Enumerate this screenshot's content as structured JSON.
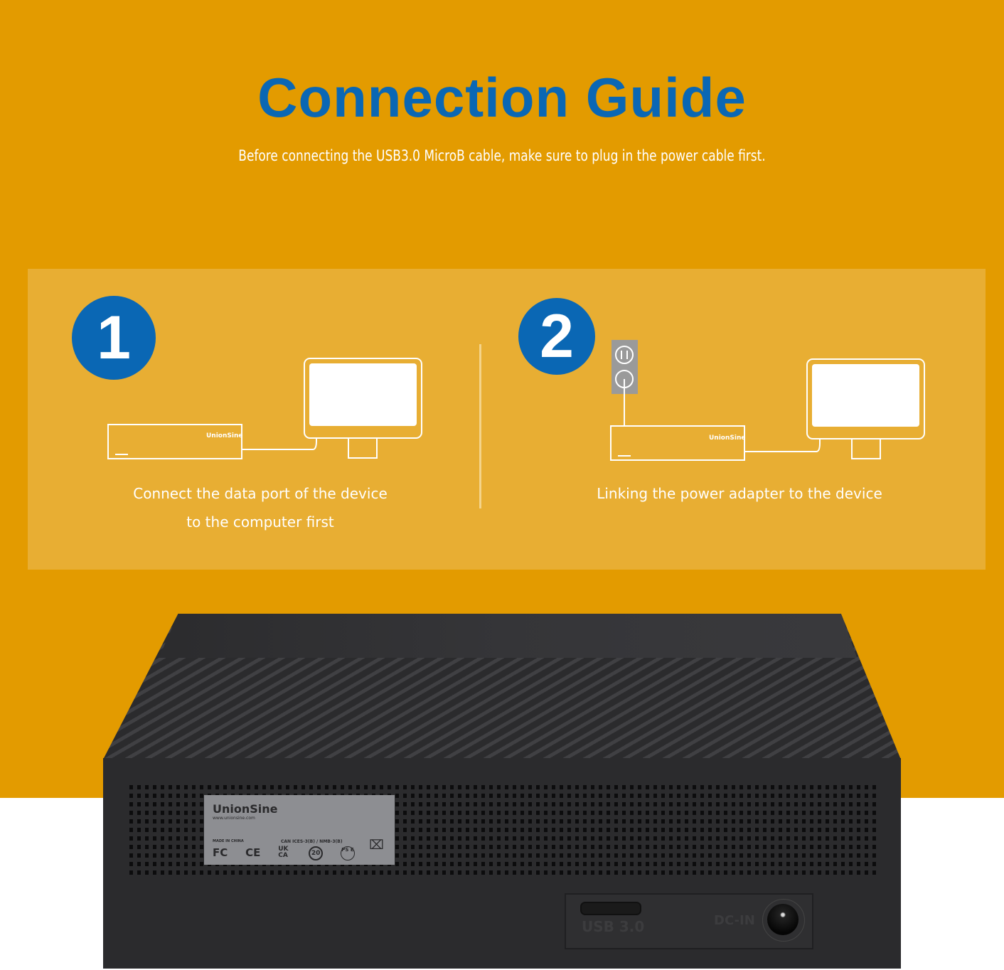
{
  "header": {
    "title": "Connection Guide",
    "subtitle": "Before connecting the USB3.0 MicroB cable, make sure to plug in the power cable first."
  },
  "steps": [
    {
      "number": "1",
      "caption_line1": "Connect the data port of the device",
      "caption_line2": "to the computer first",
      "device_brand": "UnionSine"
    },
    {
      "number": "2",
      "caption_line1": "Linking the power adapter to the device",
      "device_brand": "UnionSine"
    }
  ],
  "device_label": {
    "brand": "UnionSine",
    "website": "www.unionsine.com",
    "made_in": "MADE IN CHINA",
    "compliance": "CAN ICES-3(B) / NMB-3(B)",
    "marks": [
      "FC",
      "CE",
      "UK CA",
      "20",
      "PS E"
    ]
  },
  "ports": {
    "usb": "USB 3.0",
    "dc": "DC-IN"
  },
  "colors": {
    "background": "#E39B00",
    "panel": "#E8AE33",
    "accent": "#0A67B4"
  }
}
